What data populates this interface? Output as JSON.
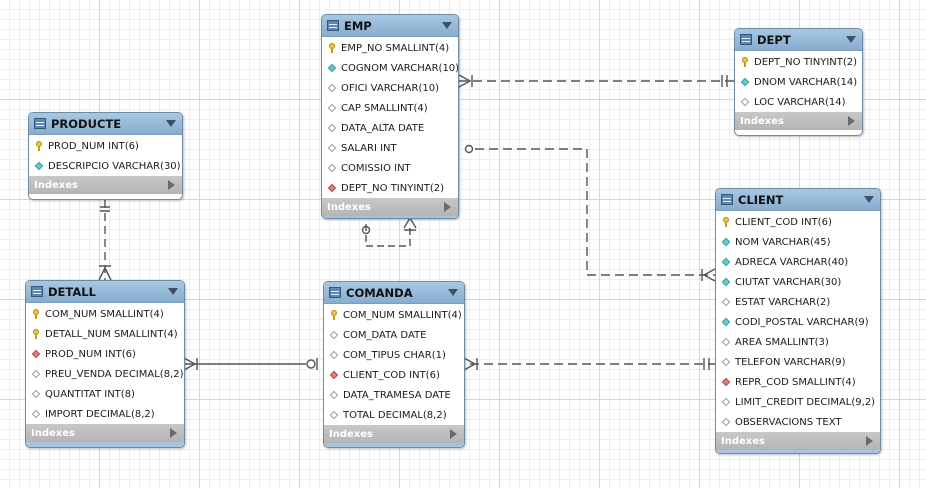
{
  "diagram": {
    "tables": [
      {
        "name": "EMP",
        "columns": [
          {
            "text": "EMP_NO SMALLINT(4)",
            "icon": "key"
          },
          {
            "text": "COGNOM VARCHAR(10)",
            "icon": "attribute"
          },
          {
            "text": "OFICI VARCHAR(10)",
            "icon": "nullable"
          },
          {
            "text": "CAP SMALLINT(4)",
            "icon": "nullable"
          },
          {
            "text": "DATA_ALTA DATE",
            "icon": "nullable"
          },
          {
            "text": "SALARI INT",
            "icon": "nullable"
          },
          {
            "text": "COMISSIO INT",
            "icon": "nullable"
          },
          {
            "text": "DEPT_NO TINYINT(2)",
            "icon": "foreign-key"
          }
        ],
        "footer": "Indexes"
      },
      {
        "name": "DEPT",
        "columns": [
          {
            "text": "DEPT_NO TINYINT(2)",
            "icon": "key"
          },
          {
            "text": "DNOM VARCHAR(14)",
            "icon": "attribute"
          },
          {
            "text": "LOC VARCHAR(14)",
            "icon": "nullable"
          }
        ],
        "footer": "Indexes"
      },
      {
        "name": "PRODUCTE",
        "columns": [
          {
            "text": "PROD_NUM INT(6)",
            "icon": "key"
          },
          {
            "text": "DESCRIPCIO VARCHAR(30)",
            "icon": "attribute"
          }
        ],
        "footer": "Indexes"
      },
      {
        "name": "CLIENT",
        "columns": [
          {
            "text": "CLIENT_COD INT(6)",
            "icon": "key"
          },
          {
            "text": "NOM VARCHAR(45)",
            "icon": "attribute"
          },
          {
            "text": "ADRECA VARCHAR(40)",
            "icon": "attribute"
          },
          {
            "text": "CIUTAT VARCHAR(30)",
            "icon": "attribute"
          },
          {
            "text": "ESTAT VARCHAR(2)",
            "icon": "nullable"
          },
          {
            "text": "CODI_POSTAL VARCHAR(9)",
            "icon": "attribute"
          },
          {
            "text": "AREA SMALLINT(3)",
            "icon": "nullable"
          },
          {
            "text": "TELEFON VARCHAR(9)",
            "icon": "nullable"
          },
          {
            "text": "REPR_COD SMALLINT(4)",
            "icon": "foreign-key"
          },
          {
            "text": "LIMIT_CREDIT DECIMAL(9,2)",
            "icon": "nullable"
          },
          {
            "text": "OBSERVACIONS TEXT",
            "icon": "nullable"
          }
        ],
        "footer": "Indexes"
      },
      {
        "name": "DETALL",
        "columns": [
          {
            "text": "COM_NUM SMALLINT(4)",
            "icon": "key"
          },
          {
            "text": "DETALL_NUM SMALLINT(4)",
            "icon": "key"
          },
          {
            "text": "PROD_NUM INT(6)",
            "icon": "foreign-key"
          },
          {
            "text": "PREU_VENDA DECIMAL(8,2)",
            "icon": "nullable"
          },
          {
            "text": "QUANTITAT INT(8)",
            "icon": "nullable"
          },
          {
            "text": "IMPORT DECIMAL(8,2)",
            "icon": "nullable"
          }
        ],
        "footer": "Indexes"
      },
      {
        "name": "COMANDA",
        "columns": [
          {
            "text": "COM_NUM SMALLINT(4)",
            "icon": "key"
          },
          {
            "text": "COM_DATA DATE",
            "icon": "nullable"
          },
          {
            "text": "COM_TIPUS CHAR(1)",
            "icon": "nullable"
          },
          {
            "text": "CLIENT_COD INT(6)",
            "icon": "foreign-key"
          },
          {
            "text": "DATA_TRAMESA DATE",
            "icon": "nullable"
          },
          {
            "text": "TOTAL DECIMAL(8,2)",
            "icon": "nullable"
          }
        ],
        "footer": "Indexes"
      }
    ]
  }
}
